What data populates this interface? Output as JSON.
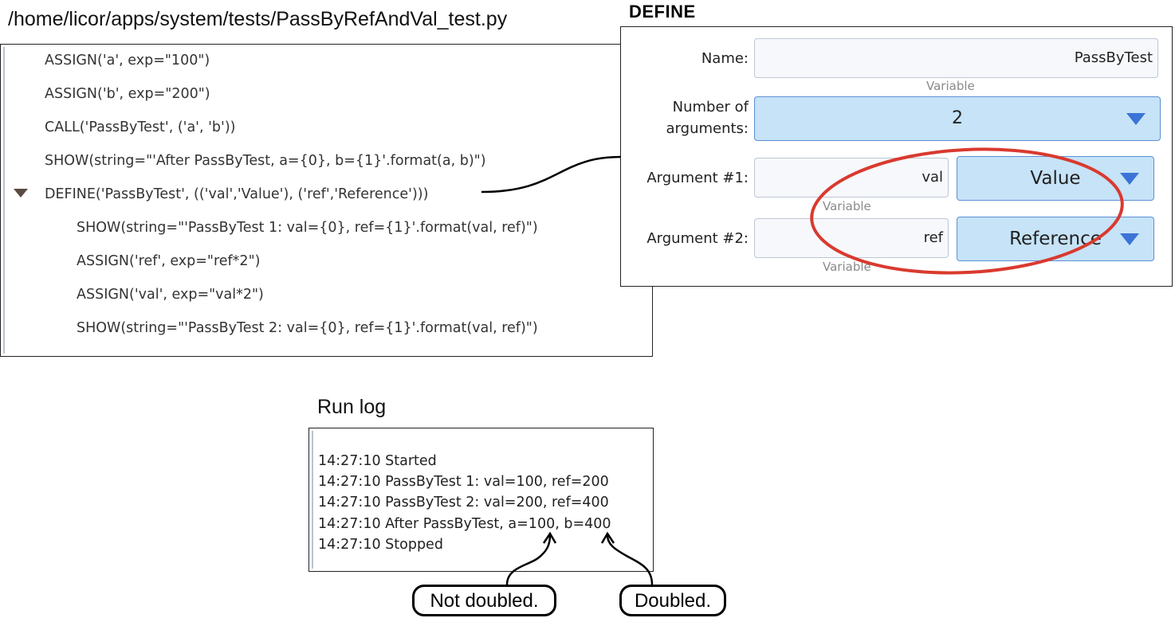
{
  "file_path": "/home/licor/apps/system/tests/PassByRefAndVal_test.py",
  "script_lines": [
    {
      "text": "ASSIGN('a', exp=\"100\")"
    },
    {
      "text": "ASSIGN('b', exp=\"200\")"
    },
    {
      "text": "CALL('PassByTest', ('a', 'b'))"
    },
    {
      "text": "SHOW(string=\"'After PassByTest, a={0}, b={1}'.format(a, b)\")"
    },
    {
      "text": "DEFINE('PassByTest', (('val','Value'), ('ref','Reference')))"
    },
    {
      "text": "SHOW(string=\"'PassByTest 1: val={0}, ref={1}'.format(val, ref)\")"
    },
    {
      "text": "ASSIGN('ref', exp=\"ref*2\")"
    },
    {
      "text": "ASSIGN('val', exp=\"val*2\")"
    },
    {
      "text": "SHOW(string=\"'PassByTest 2: val={0}, ref={1}'.format(val, ref)\")"
    }
  ],
  "define": {
    "title": "DEFINE",
    "name_label": "Name:",
    "name_value": "PassByTest",
    "name_hint": "Variable",
    "nargs_label_1": "Number of",
    "nargs_label_2": "arguments:",
    "nargs_value": "2",
    "arg1_label": "Argument #1:",
    "arg1_value": "val",
    "arg1_hint": "Variable",
    "arg1_mode": "Value",
    "arg2_label": "Argument #2:",
    "arg2_value": "ref",
    "arg2_hint": "Variable",
    "arg2_mode": "Reference"
  },
  "run_log": {
    "title": "Run log",
    "lines": [
      "14:27:10 Started",
      "14:27:10 PassByTest 1: val=100, ref=200",
      "14:27:10 PassByTest 2: val=200, ref=400",
      "14:27:10 After PassByTest, a=100, b=400",
      "14:27:10 Stopped"
    ]
  },
  "callouts": {
    "not_doubled": "Not doubled.",
    "doubled": "Doubled."
  },
  "colors": {
    "highlight_ellipse": "#d93a2f",
    "combo_bg": "#c6e3f7",
    "combo_arrow": "#3b74d6"
  }
}
